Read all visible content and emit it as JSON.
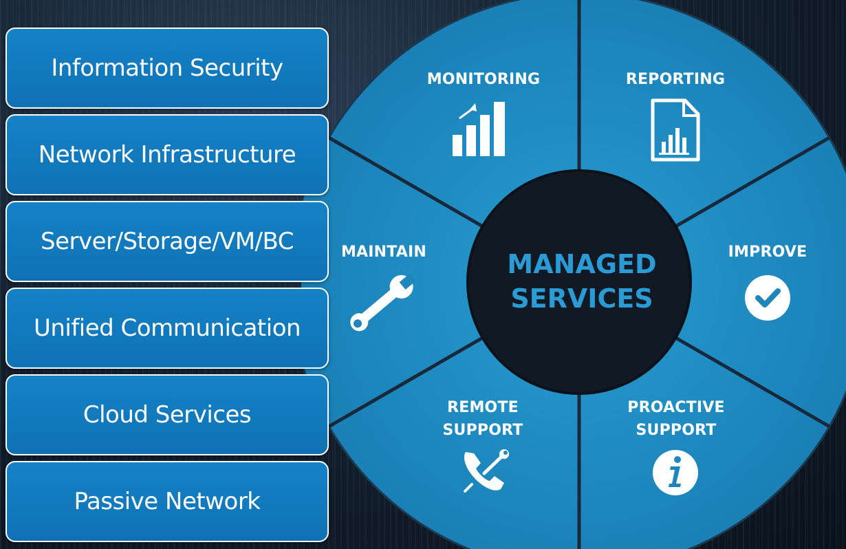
{
  "services": [
    "Information Security",
    "Network Infrastructure",
    "Server/Storage/VM/BC",
    "Unified Communication",
    "Cloud Services",
    "Passive Network"
  ],
  "wheel": {
    "center_line1": "MANAGED",
    "center_line2": "SERVICES",
    "segments": {
      "monitoring": "MONITORING",
      "reporting": "REPORTING",
      "maintain": "MAINTAIN",
      "improve": "IMPROVE",
      "remote_line1": "REMOTE",
      "remote_line2": "SUPPORT",
      "proactive_line1": "PROACTIVE",
      "proactive_line2": "SUPPORT"
    },
    "icons": {
      "monitoring": "bar-chart-arrow-icon",
      "reporting": "report-document-icon",
      "maintain": "wrench-icon",
      "improve": "checkmark-circle-icon",
      "remote": "phone-tools-icon",
      "proactive": "info-circle-icon"
    },
    "colors": {
      "segment": "#1e86bb",
      "divider": "#17293a",
      "center": "#111a24",
      "center_text": "#2a9bd4"
    }
  }
}
